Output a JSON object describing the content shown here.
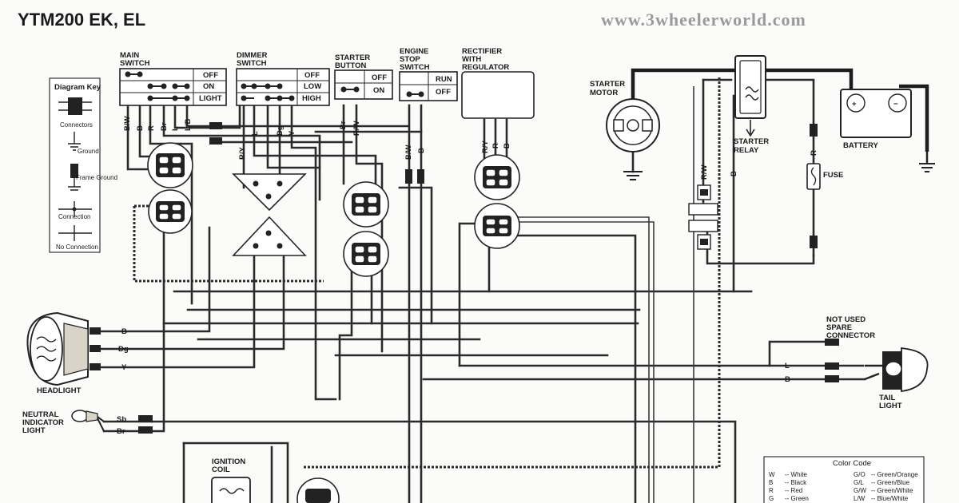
{
  "title": "YTM200 EK, EL",
  "watermark": "www.3wheelerworld.com",
  "diagram_key": {
    "heading": "Diagram Key",
    "items": [
      "Connectors",
      "Ground",
      "Frame Ground",
      "Connection",
      "No Connection"
    ]
  },
  "main_switch": {
    "label_line1": "MAIN",
    "label_line2": "SWITCH",
    "positions": [
      "OFF",
      "ON",
      "LIGHT"
    ],
    "wires": [
      "B/W",
      "B",
      "R",
      "Br",
      "L",
      "L/B"
    ]
  },
  "dimmer_switch": {
    "label_line1": "DIMMER",
    "label_line2": "SWITCH",
    "positions": [
      "OFF",
      "LOW",
      "HIGH"
    ],
    "wires": [
      "R/Y",
      "L",
      "Dg",
      "Y"
    ]
  },
  "starter_button": {
    "label_line1": "STARTER",
    "label_line2": "BUTTON",
    "positions": [
      "OFF",
      "ON"
    ],
    "wires": [
      "Br",
      "R/W"
    ]
  },
  "engine_stop_switch": {
    "label_line1": "ENGINE",
    "label_line2": "STOP",
    "label_line3": "SWITCH",
    "positions": [
      "RUN",
      "OFF"
    ],
    "wires": [
      "B/W",
      "B"
    ]
  },
  "rectifier": {
    "label_line1": "RECTIFIER",
    "label_line2": "WITH",
    "label_line3": "REGULATOR",
    "wires": [
      "R/Y",
      "R",
      "B"
    ]
  },
  "starter_motor": {
    "label_line1": "STARTER",
    "label_line2": "MOTOR"
  },
  "starter_relay": {
    "label_line1": "STARTER",
    "label_line2": "RELAY",
    "wires": [
      "R/W",
      "B"
    ]
  },
  "battery": {
    "label": "BATTERY",
    "plus": "+",
    "minus": "−"
  },
  "fuse": {
    "label": "FUSE",
    "wire": "R"
  },
  "headlight": {
    "label": "HEADLIGHT",
    "wires": [
      "B",
      "Dg",
      "Y"
    ]
  },
  "neutral_light": {
    "label_line1": "NEUTRAL",
    "label_line2": "INDICATOR",
    "label_line3": "LIGHT",
    "wires": [
      "Sb",
      "Br"
    ]
  },
  "spare_connector": {
    "label_line1": "NOT USED",
    "label_line2": "SPARE",
    "label_line3": "CONNECTOR"
  },
  "tail_light": {
    "label_line1": "TAIL",
    "label_line2": "LIGHT",
    "wires": [
      "L",
      "B"
    ]
  },
  "ignition_coil": {
    "label_line1": "IGNITION",
    "label_line2": "COIL"
  },
  "color_code": {
    "heading": "Color Code",
    "left": [
      {
        "code": "W",
        "name": "-- White"
      },
      {
        "code": "B",
        "name": "-- Black"
      },
      {
        "code": "R",
        "name": "-- Red"
      },
      {
        "code": "G",
        "name": "-- Green"
      }
    ],
    "right": [
      {
        "code": "G/O",
        "name": "-- Green/Orange"
      },
      {
        "code": "G/L",
        "name": "-- Green/Blue"
      },
      {
        "code": "G/W",
        "name": "-- Green/White"
      },
      {
        "code": "L/W",
        "name": "-- Blue/White"
      }
    ]
  }
}
